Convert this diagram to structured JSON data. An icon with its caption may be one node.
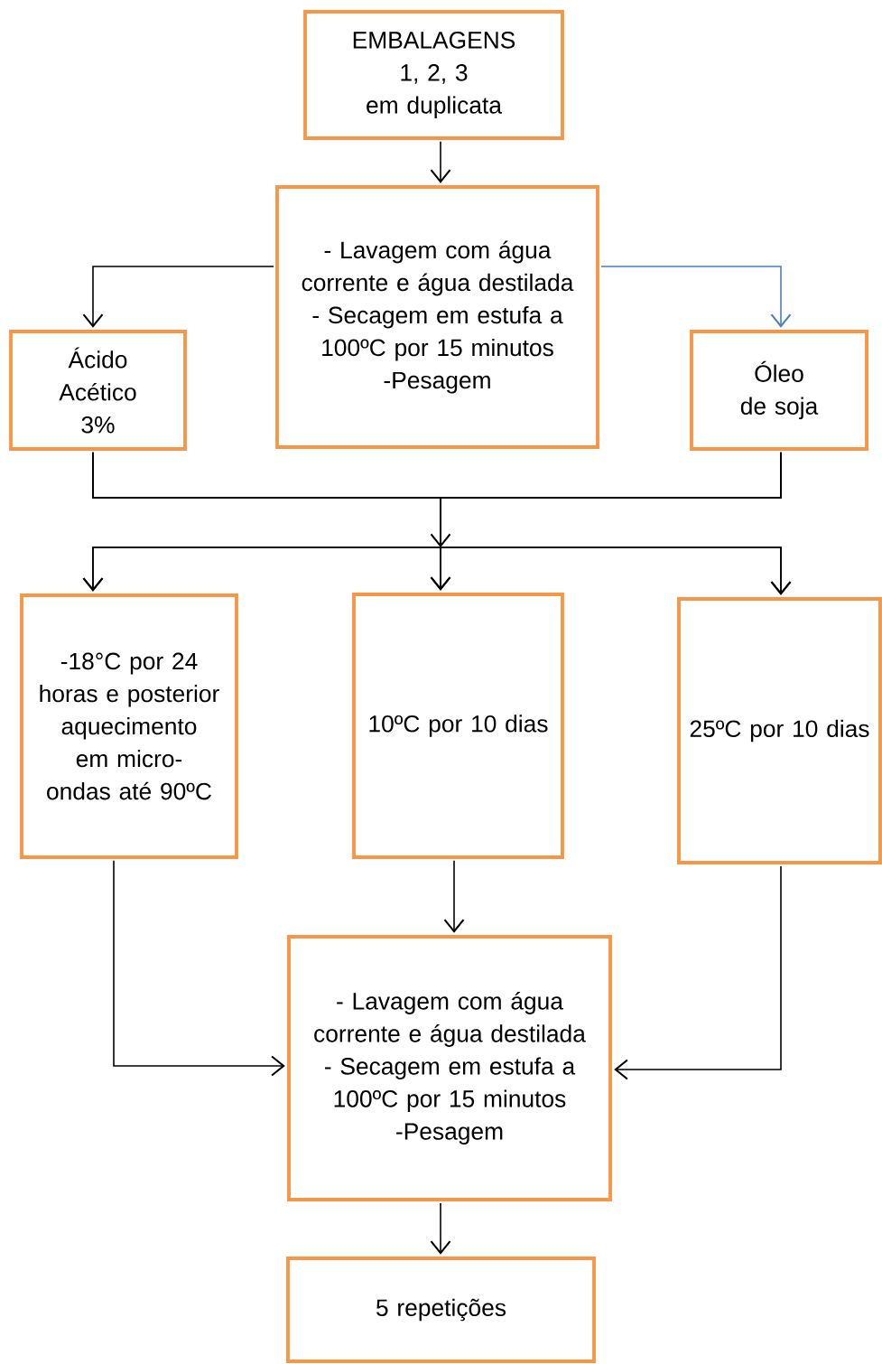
{
  "diagram": {
    "nodes": [
      {
        "text": [
          "EMBALAGENS",
          "1, 2, 3",
          "em duplicata"
        ]
      },
      {
        "text": [
          "- Lavagem com água corrente e água destilada",
          "- Secagem em estufa a 100ºC por 15 minutos",
          "-Pesagem"
        ]
      },
      {
        "text": [
          "Ácido Acético 3%"
        ]
      },
      {
        "text": [
          "Óleo de soja"
        ]
      },
      {
        "text": [
          "-18°C por 24 horas e posterior aquecimento em micro-ondas até 90ºC"
        ]
      },
      {
        "text": [
          "10ºC por 10 dias"
        ]
      },
      {
        "text": [
          "25ºC por 10 dias"
        ]
      },
      {
        "text": [
          "- Lavagem com água corrente e água destilada",
          "- Secagem em estufa a 100ºC por 15 minutos",
          "-Pesagem"
        ]
      },
      {
        "text": [
          "5 repetições"
        ]
      }
    ],
    "edges": [
      {
        "from": 0,
        "to": 1,
        "arrow": "to"
      },
      {
        "from": 1,
        "to": 2,
        "arrow": "to"
      },
      {
        "from": 1,
        "to": 3,
        "arrow": "to",
        "color": "#4a7ebb"
      },
      {
        "from": 2,
        "to": 4,
        "arrow": "to"
      },
      {
        "from": 2,
        "to": 5,
        "arrow": "to"
      },
      {
        "from": 2,
        "to": 6,
        "arrow": "to"
      },
      {
        "from": 3,
        "to": 4,
        "arrow": "to"
      },
      {
        "from": 3,
        "to": 5,
        "arrow": "to"
      },
      {
        "from": 3,
        "to": 6,
        "arrow": "to"
      },
      {
        "from": 4,
        "to": 7,
        "arrow": "to"
      },
      {
        "from": 5,
        "to": 7,
        "arrow": "to"
      },
      {
        "from": 6,
        "to": 7,
        "arrow": "to"
      },
      {
        "from": 7,
        "to": 8,
        "arrow": "to"
      }
    ]
  }
}
